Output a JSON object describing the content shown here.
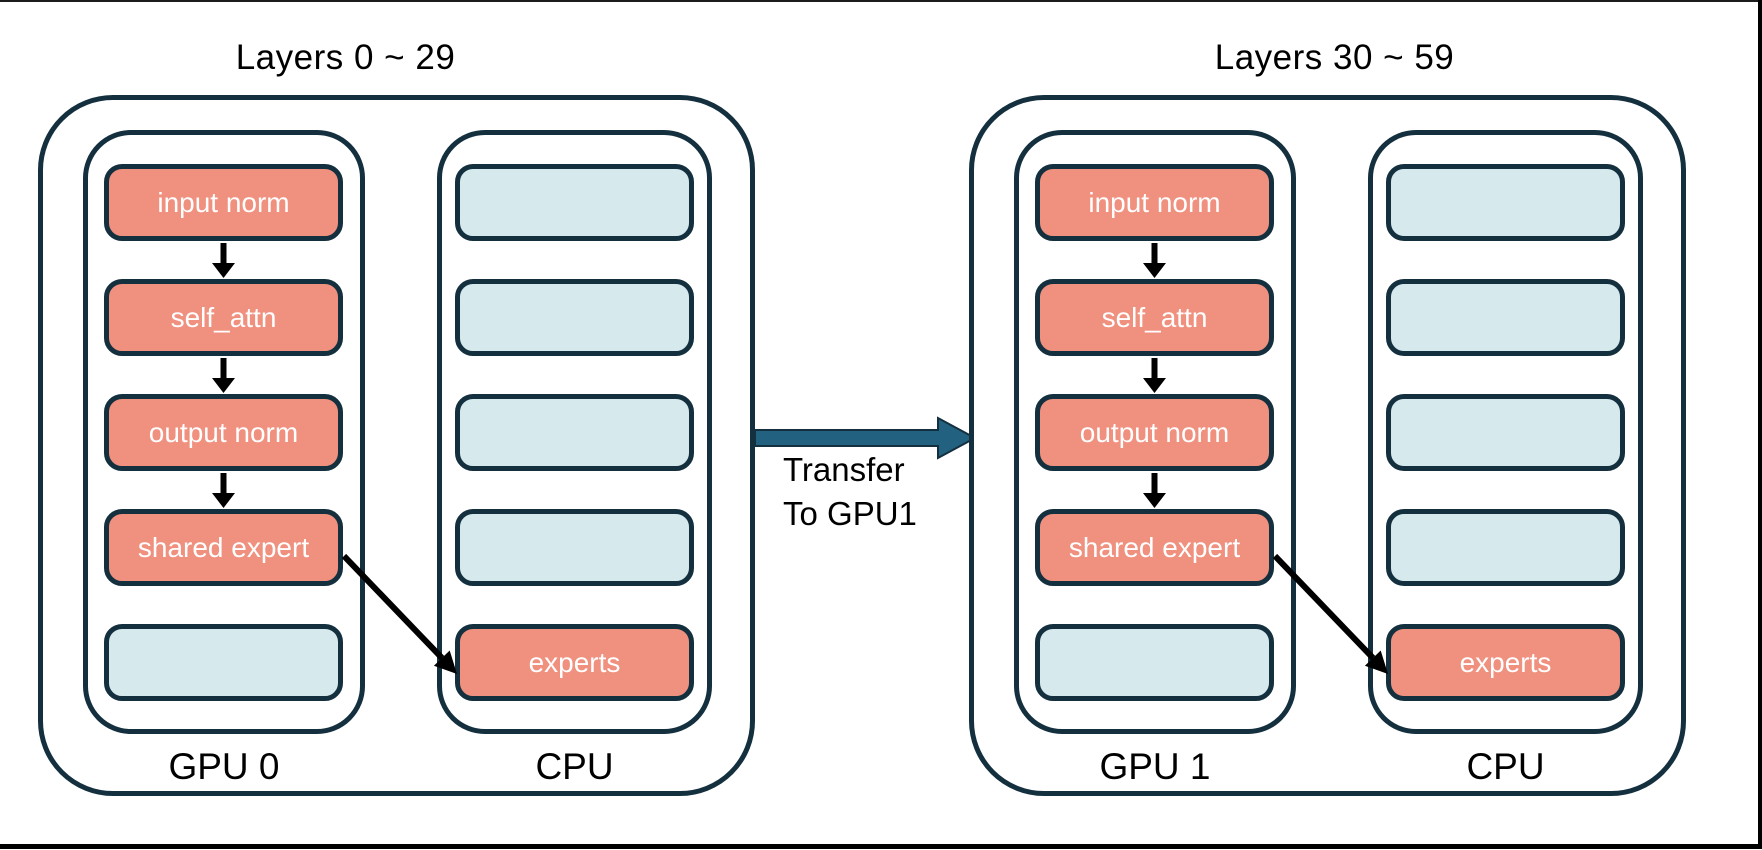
{
  "groups": [
    {
      "title": "Layers 0 ~ 29",
      "gpu_label": "GPU 0",
      "cpu_label": "CPU",
      "gpu_rows": [
        {
          "label": "input norm",
          "type": "module"
        },
        {
          "label": "self_attn",
          "type": "module"
        },
        {
          "label": "output norm",
          "type": "module"
        },
        {
          "label": "shared expert",
          "type": "module"
        },
        {
          "label": "",
          "type": "placeholder"
        }
      ],
      "cpu_rows": [
        {
          "label": "",
          "type": "placeholder"
        },
        {
          "label": "",
          "type": "placeholder"
        },
        {
          "label": "",
          "type": "placeholder"
        },
        {
          "label": "",
          "type": "placeholder"
        },
        {
          "label": "experts",
          "type": "module"
        }
      ]
    },
    {
      "title": "Layers 30 ~ 59",
      "gpu_label": "GPU 1",
      "cpu_label": "CPU",
      "gpu_rows": [
        {
          "label": "input norm",
          "type": "module"
        },
        {
          "label": "self_attn",
          "type": "module"
        },
        {
          "label": "output norm",
          "type": "module"
        },
        {
          "label": "shared expert",
          "type": "module"
        },
        {
          "label": "",
          "type": "placeholder"
        }
      ],
      "cpu_rows": [
        {
          "label": "",
          "type": "placeholder"
        },
        {
          "label": "",
          "type": "placeholder"
        },
        {
          "label": "",
          "type": "placeholder"
        },
        {
          "label": "",
          "type": "placeholder"
        },
        {
          "label": "experts",
          "type": "module"
        }
      ]
    }
  ],
  "transfer": {
    "line1": "Transfer",
    "line2": "To GPU1"
  },
  "colors": {
    "module_fill": "#f0907e",
    "placeholder_fill": "#d6eaee",
    "outline_navy": "#14303f",
    "transfer_arrow_fill": "#226180",
    "flow_arrow": "#000000",
    "text_on_module": "#ffffff",
    "text_black": "#000000"
  }
}
